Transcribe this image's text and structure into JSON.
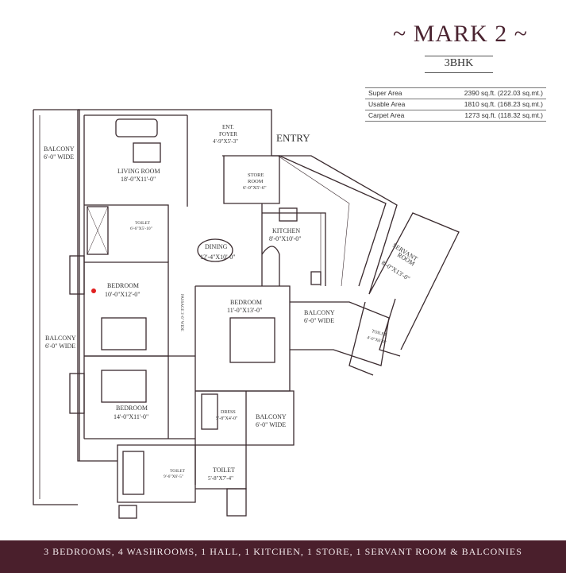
{
  "header": {
    "title": "~ MARK 2 ~",
    "subtitle": "3BHK"
  },
  "areas": [
    {
      "label": "Super Area",
      "value": "2390 sq.ft. (222.03 sq.mt.)"
    },
    {
      "label": "Usable Area",
      "value": "1810 sq.ft. (168.23 sq.mt.)"
    },
    {
      "label": "Carpet Area",
      "value": "1273 sq.ft. (118.32 sq.mt.)"
    }
  ],
  "rooms": {
    "balcony_left_top": [
      "BALCONY",
      "6'-0\" WIDE"
    ],
    "living": [
      "LIVING ROOM",
      "18'-0\"X11'-0\""
    ],
    "foyer": [
      "ENT.",
      "FOYER",
      "4'-9\"X5'-3\""
    ],
    "entry": "ENTRY",
    "store": [
      "STORE",
      "ROOM",
      "6'-0\"X5'-6\""
    ],
    "toilet_small": [
      "TOILET",
      "6'-6\"X5'-10\""
    ],
    "kitchen": [
      "KITCHEN",
      "8'-0\"X10'-0\""
    ],
    "dining": [
      "DINING",
      "12'-4\"X10'-0\""
    ],
    "servant": [
      "SERVANT",
      "ROOM",
      "8'-0\"X13'-0\""
    ],
    "bedroom1": [
      "BEDROOM",
      "10'-0\"X12'-0\""
    ],
    "passage": "PASSAGE 3'-6\" WIDE",
    "bedroom2": [
      "BEDROOM",
      "11'-0\"X13'-0\""
    ],
    "balcony_mid": [
      "BALCONY",
      "6'-0\" WIDE"
    ],
    "toilet_servant": [
      "TOILET",
      "4'-0\"X6'-0\""
    ],
    "balcony_left_mid": [
      "BALCONY",
      "6'-0\" WIDE"
    ],
    "bedroom3": [
      "BEDROOM",
      "14'-0\"X11'-0\""
    ],
    "dress": [
      "DRESS",
      "5'-8\"X4'-0\""
    ],
    "balcony_bottom": [
      "BALCONY",
      "6'-0\" WIDE"
    ],
    "toilet_bottom_left": [
      "TOILET",
      "9'-6\"X6'-5\""
    ],
    "toilet_bottom": [
      "TOILET",
      "5'-8\"X7'-4\""
    ]
  },
  "footer": "3 BEDROOMS, 4 WASHROOMS, 1 HALL, 1 KITCHEN, 1 STORE, 1 SERVANT ROOM  & BALCONIES"
}
